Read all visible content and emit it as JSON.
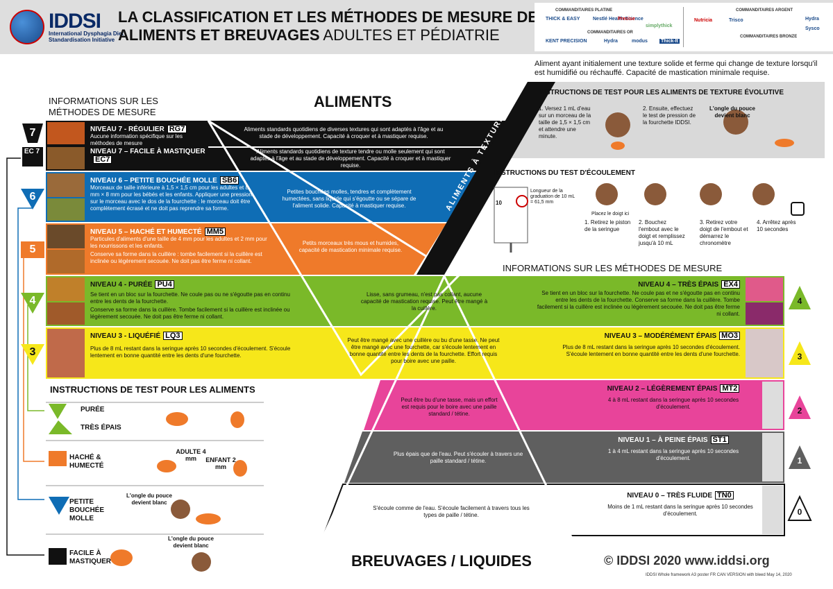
{
  "header": {
    "logo": "IDDSI",
    "logo_sub1": "International Dysphagia Diet",
    "logo_sub2": "Standardisation Initiative",
    "title_line1": "LA CLASSIFICATION ET LES MÉTHODES DE MESURE DES",
    "title_line2_bold": "ALIMENTS ET BREUVAGES",
    "title_line2_light": " ADULTES ET PÉDIATRIE"
  },
  "sponsors": {
    "platine": "COMMANDITAIRES PLATINE",
    "or": "COMMANDITAIRES OR",
    "argent": "COMMANDITAIRES ARGENT",
    "bronze": "COMMANDITAIRES BRONZE",
    "logos_platine": [
      "THICK & EASY",
      "Nestlé Health Science",
      "Precise",
      "simplythick"
    ],
    "logos_or": [
      "KENT PRECISION",
      "Hydra",
      "modus",
      "Thick-It"
    ],
    "logos_argent": [
      "Hydra",
      "Sysco",
      "Nutricia",
      "Trisco"
    ]
  },
  "headings": {
    "aliments": "ALIMENTS",
    "breuvages": "BREUVAGES / LIQUIDES",
    "info_left_1": "INFORMATIONS SUR LES",
    "info_left_2": "MÉTHODES DE MESURE",
    "info_right": "INFORMATIONS SUR LES MÉTHODES DE MESURE",
    "tests_aliments": "INSTRUCTIONS DE TEST POUR LES ALIMENTS",
    "texture_evol_side": "ALIMENTS À TEXTURE ÉVOLUTIVE",
    "texture_evol_title": "INSTRUCTIONS DE TEST POUR LES ALIMENTS DE TEXTURE ÉVOLUTIVE",
    "texture_evol_intro": "Aliment ayant initialement une texture solide et ferme qui change de texture lorsqu'il est humidifié ou réchauffé. Capacité de mastication minimale requise.",
    "flow_title": "INSTRUCTIONS DU TEST D'ÉCOULEMENT"
  },
  "texture_steps": {
    "s1": "1. Versez 1 mL d'eau sur un morceau de la taille de 1,5 × 1,5 cm et attendre une minute.",
    "s2": "2. Ensuite, effectuez le test de pression de la fourchette IDDSI.",
    "s3": "L'ongle du pouce devient blanc"
  },
  "flow_steps": {
    "grad": "Longueur de la graduation de 10 mL = 61,5 mm",
    "ten": "10",
    "doigt": "Placez le doigt ici",
    "s1": "1. Retirez le piston de la seringue",
    "s2": "2. Bouchez l'embout avec le doigt et remplissez jusqu'à 10 mL",
    "s3": "3. Retirez votre doigt de l'embout et démarrez le chronomètre",
    "s4": "4. Arrêtez après 10 secondes"
  },
  "food_levels": [
    {
      "num": "7",
      "name": "NIVEAU 7 - RÉGULIER",
      "code": "RG7",
      "info": "Aucune information spécifique sur les méthodes de mesure",
      "desc": "Aliments standards quotidiens de diverses textures qui sont adaptés à l'âge et au stade de développement. Capacité à croquer et à mastiquer requise."
    },
    {
      "num": "EC 7",
      "name": "NIVEAU 7 – FACILE À MASTIQUER",
      "code": "EC7",
      "info": "",
      "desc": "Aliments standards quotidiens de texture tendre ou molle seulement qui sont adaptés à l'âge et au stade de développement. Capacité à croquer et à mastiquer requise."
    },
    {
      "num": "6",
      "name": "NIVEAU 6 – PETITE BOUCHÉE MOLLE",
      "code": "SB6",
      "info": "Morceaux de taille inférieure à 1,5 × 1,5 cm pour les adultes et 8 mm × 8 mm pour les bébés et les enfants. Appliquer une pression sur le morceau avec le dos de la fourchette : le morceau doit être complètement écrasé et ne doit pas reprendre sa forme.",
      "desc": "Petites bouchées molles, tendres et complètement humectées, sans liquide qui s'égoutte ou se sépare de l'aliment solide. Capacité à mastiquer requise."
    },
    {
      "num": "5",
      "name": "NIVEAU 5 – HACHÉ ET HUMECTÉ",
      "code": "MM5",
      "info": "Particules d'aliments d'une taille de 4 mm pour les adultes et 2 mm pour les nourrissons et les enfants.",
      "info2": "Conserve sa forme dans la cuillère : tombe facilement si la cuillère est inclinée ou légèrement secouée. Ne doit pas être ferme ni collant.",
      "desc": "Petits morceaux très mous et humides, capacité de mastication minimale requise."
    },
    {
      "num": "4",
      "name": "NIVEAU 4 - PURÉE",
      "code": "PU4",
      "info": "Se tient en un bloc sur la fourchette. Ne coule pas ou ne s'égoutte pas en continu entre les dents de la fourchette.",
      "info2": "Conserve sa forme dans la cuillère. Tombe facilement si la cuillère est inclinée ou légèrement secouée. Ne doit pas être ferme ni collant.",
      "desc": "Lisse, sans grumeau, n'est pas collant, aucune capacité de mastication requise. Peut être mangé à la cuillère."
    },
    {
      "num": "3",
      "name": "NIVEAU 3 - LIQUÉFIÉ",
      "code": "LQ3",
      "info": "Plus de 8 mL restant dans la seringue après 10 secondes d'écoulement. S'écoule lentement en bonne quantité entre les dents d'une fourchette.",
      "desc": "Peut être mangé avec une cuillère ou bu d'une tasse. Ne peut être mangé avec une fourchette, car s'écoule lentement en bonne quantité entre les dents de la fourchette. Effort requis pour boire avec une paille."
    }
  ],
  "drink_levels": [
    {
      "num": "4",
      "name": "NIVEAU 4 – TRÈS ÉPAIS",
      "code": "EX4",
      "info": "Se tient en un bloc sur la fourchette. Ne coule pas et ne s'égoutte pas en continu entre les dents de la fourchette. Conserve sa forme dans la cuillère. Tombe facilement si la cuillère est inclinée ou légèrement secouée. Ne doit pas être ferme ni collant."
    },
    {
      "num": "3",
      "name": "NIVEAU 3 – MODÉRÉMENT ÉPAIS",
      "code": "MO3",
      "info": "Plus de 8 mL restant dans la seringue après 10 secondes d'écoulement. S'écoule lentement en bonne quantité entre les dents d'une fourchette."
    },
    {
      "num": "2",
      "name": "NIVEAU 2 – LÉGÈREMENT ÉPAIS",
      "code": "MT2",
      "info": "4 à 8 mL restant dans la seringue après 10 secondes d'écoulement.",
      "desc": "Peut être bu d'une tasse, mais un effort est requis pour le boire avec une paille standard / tétine."
    },
    {
      "num": "1",
      "name": "NIVEAU 1 – À PEINE ÉPAIS",
      "code": "ST1",
      "info": "1 à 4 mL restant dans la seringue après 10 secondes d'écoulement.",
      "desc": "Plus épais que de l'eau. Peut s'écouler à travers une paille standard / tétine."
    },
    {
      "num": "0",
      "name": "NIVEAU 0 – TRÈS FLUIDE",
      "code": "TN0",
      "info": "Moins de 1 mL restant dans la seringue après 10 secondes d'écoulement.",
      "desc": "S'écoule comme de l'eau. S'écoule facilement à travers tous les types de paille / tétine."
    }
  ],
  "food_tests": {
    "puree": "PURÉE",
    "tres_epais": "TRÈS ÉPAIS",
    "hache": "HACHÉ & HUMECTÉ",
    "adulte": "ADULTE 4 mm",
    "enfant": "ENFANT 2 mm",
    "petite": "PETITE BOUCHÉE MOLLE",
    "ongle": "L'ongle du pouce devient blanc",
    "facile": "FACILE À MASTIQUER",
    "ongle2": "L'ongle du pouce devient blanc"
  },
  "footer": {
    "copyright": "© IDDSI 2020  www.iddsi.org",
    "small": "IDDSI Whole framework A3 poster FR CAN VERSION with bleed May 14, 2020"
  },
  "colors": {
    "black": "#111111",
    "blue": "#0f6db5",
    "orange": "#ef7a2a",
    "green": "#7ab929",
    "yellow": "#f6e71a",
    "pink": "#e8449a",
    "gray": "#5f5f5f",
    "white": "#ffffff"
  }
}
